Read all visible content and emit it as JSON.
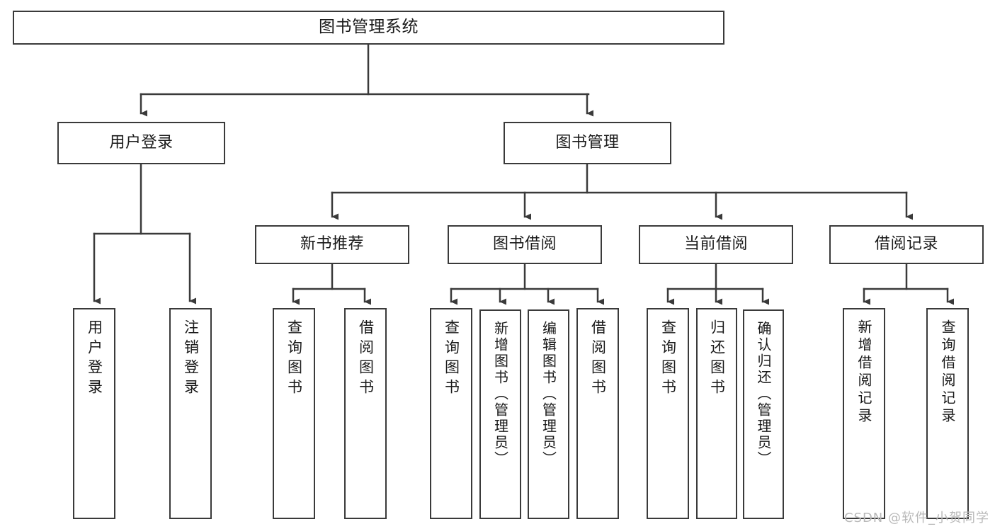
{
  "diagram": {
    "title": "图书管理系统",
    "type": "tree",
    "colors": {
      "stroke": "#3a3a3a",
      "fill": "#ffffff",
      "text": "#1a1a1a",
      "watermark": "#b9b9b9"
    },
    "root": {
      "label": "图书管理系统"
    },
    "level2": [
      {
        "id": "user-login",
        "label": "用户登录"
      },
      {
        "id": "book-manage",
        "label": "图书管理"
      }
    ],
    "level3": [
      {
        "id": "new-book-rec",
        "label": "新书推荐",
        "parent": "book-manage"
      },
      {
        "id": "book-borrow",
        "label": "图书借阅",
        "parent": "book-manage"
      },
      {
        "id": "current-borrow",
        "label": "当前借阅",
        "parent": "book-manage"
      },
      {
        "id": "borrow-record",
        "label": "借阅记录",
        "parent": "book-manage"
      }
    ],
    "leaves": {
      "user_login": [
        {
          "id": "leaf-user-login",
          "label": "用户登录"
        },
        {
          "id": "leaf-user-logout",
          "label": "注销登录"
        }
      ],
      "new_book_rec": [
        {
          "id": "leaf-query-book-1",
          "label": "查询图书"
        },
        {
          "id": "leaf-borrow-book-1",
          "label": "借阅图书"
        }
      ],
      "book_borrow": [
        {
          "id": "leaf-query-book-2",
          "label": "查询图书"
        },
        {
          "id": "leaf-add-book",
          "label": "新增图书（管理员）"
        },
        {
          "id": "leaf-edit-book",
          "label": "编辑图书（管理员）"
        },
        {
          "id": "leaf-borrow-book-2",
          "label": "借阅图书"
        }
      ],
      "current_borrow": [
        {
          "id": "leaf-query-book-3",
          "label": "查询图书"
        },
        {
          "id": "leaf-return-book",
          "label": "归还图书"
        },
        {
          "id": "leaf-confirm-return",
          "label": "确认归还（管理员）"
        }
      ],
      "borrow_record": [
        {
          "id": "leaf-add-record",
          "label": "新增借阅记录"
        },
        {
          "id": "leaf-query-record",
          "label": "查询借阅记录"
        }
      ]
    }
  },
  "watermark": {
    "text": "CSDN @软件_小贺同学"
  }
}
